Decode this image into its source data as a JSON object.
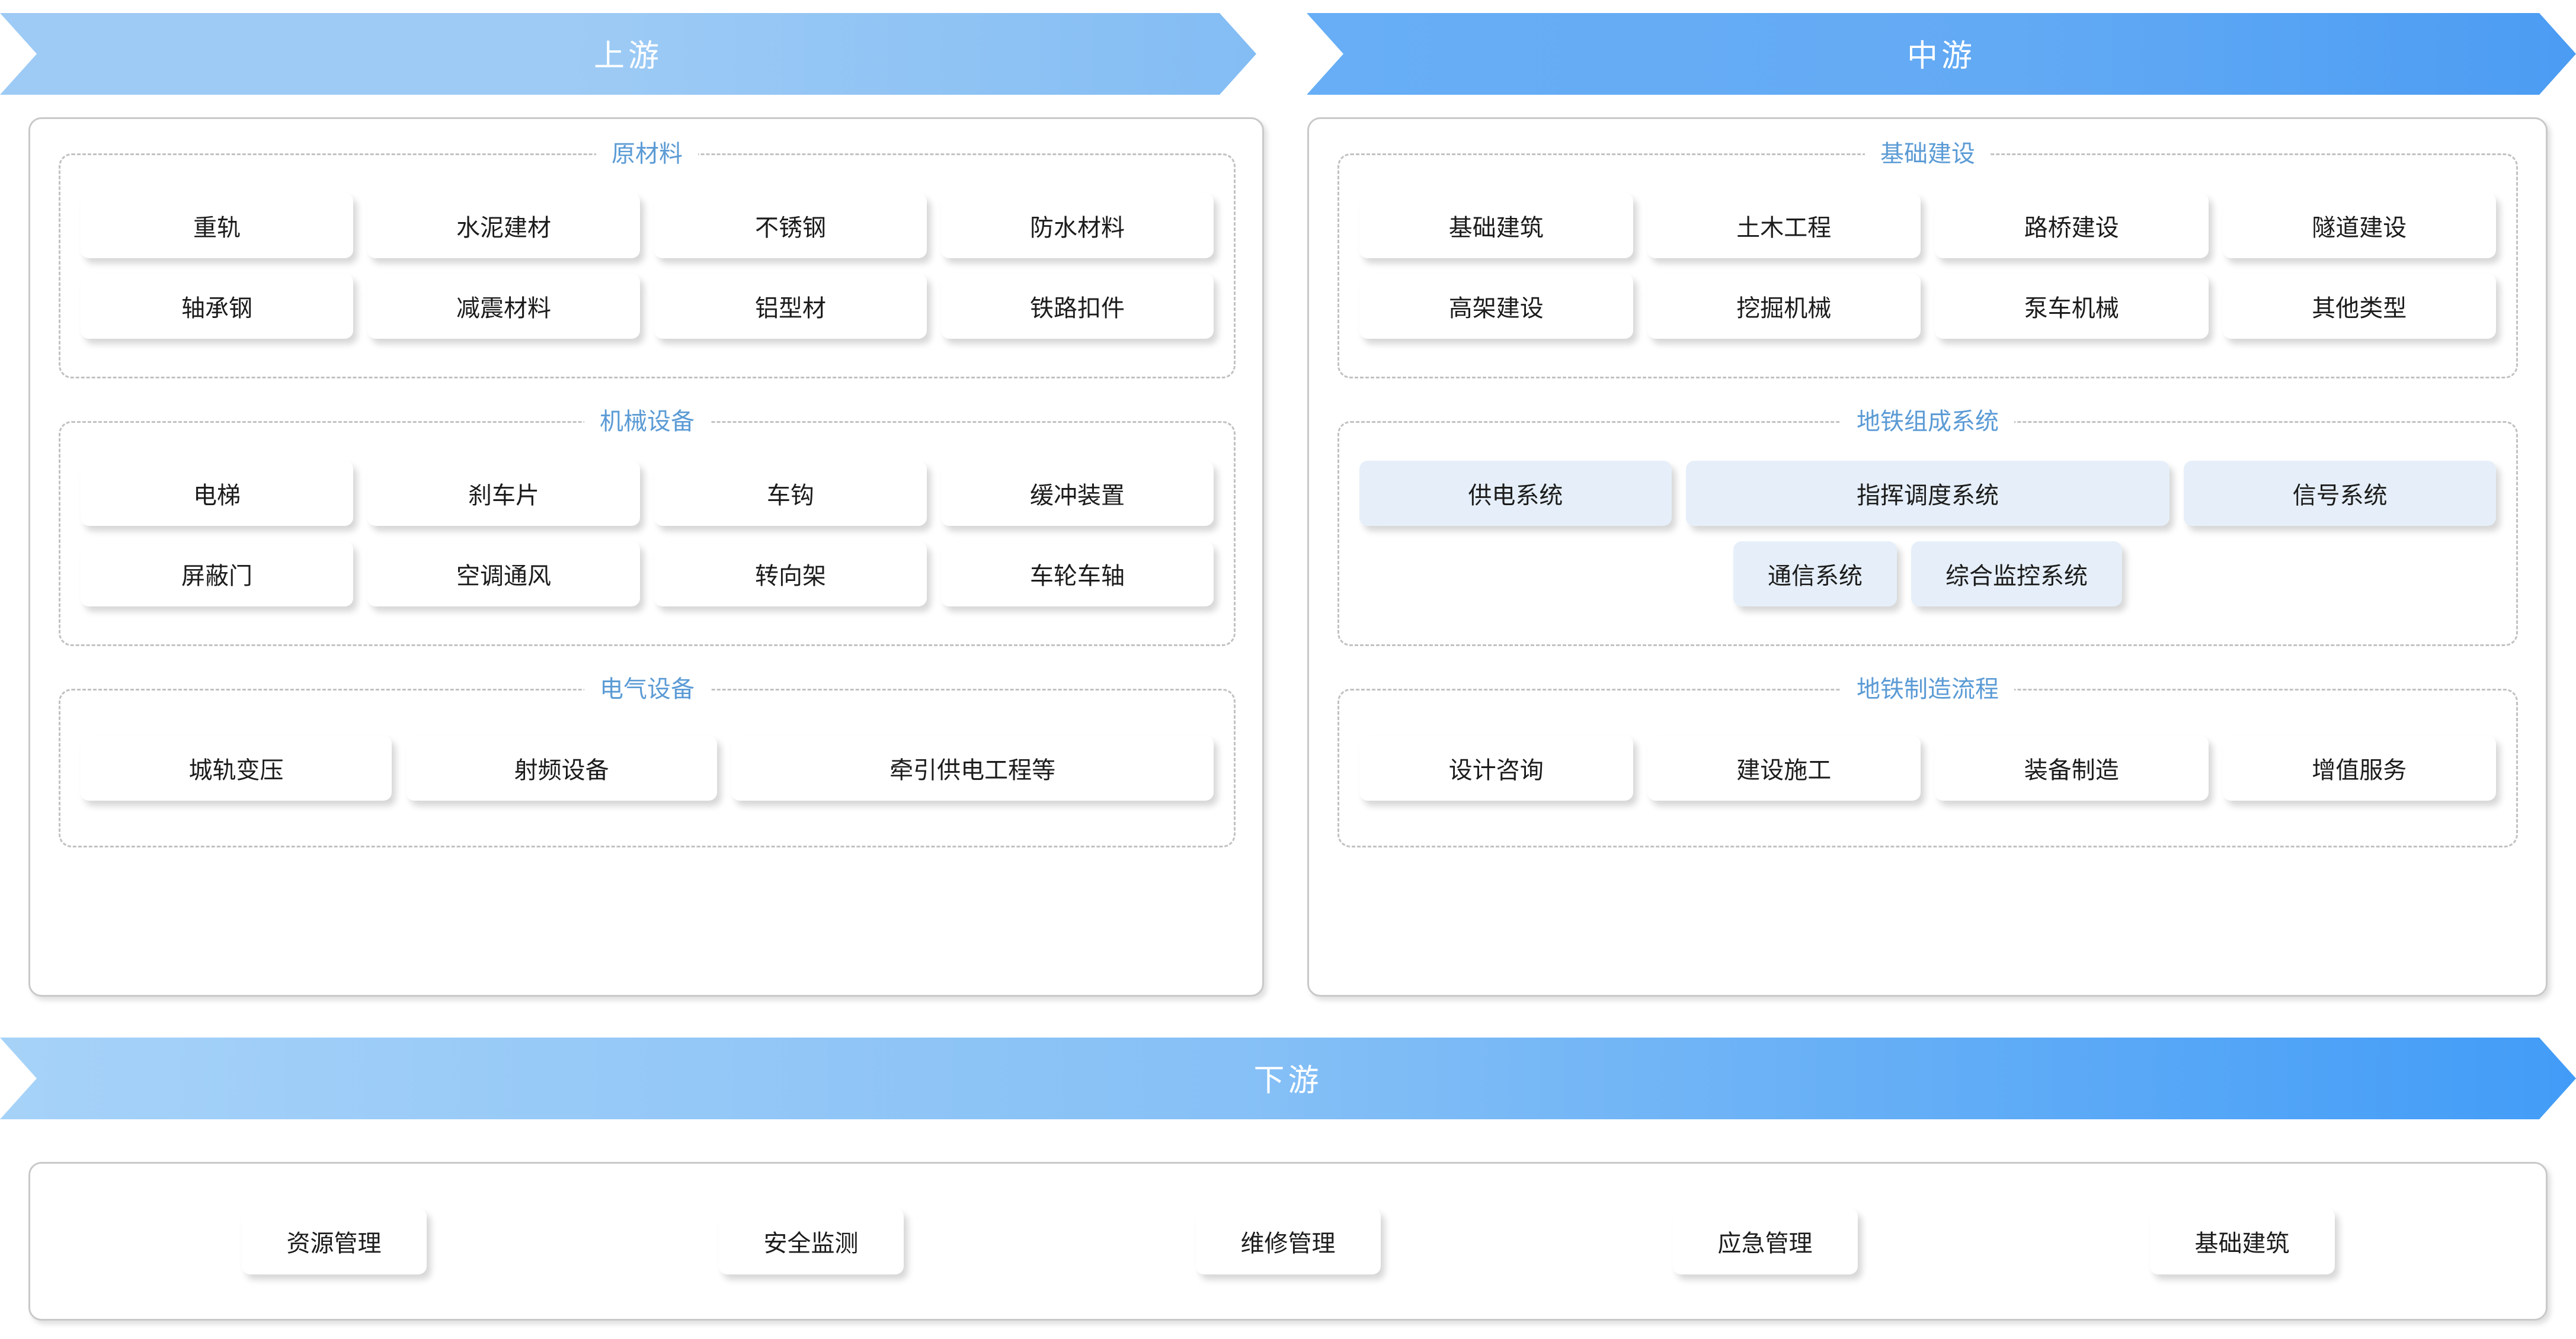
{
  "banners": {
    "upstream": "上游",
    "midstream": "中游",
    "downstream": "下游"
  },
  "colors": {
    "banner_upstream": "#9ecbf5",
    "banner_midstream": "#5aa6f5",
    "banner_downstream": "#6fb4f7",
    "legend_text": "#5b9bd5",
    "chip_white": "#ffffff",
    "chip_blue": "#e6eff9",
    "panel_border": "#c9c9c9",
    "group_border": "#c2c2c2"
  },
  "upstream": {
    "groups": [
      {
        "legend": "原材料",
        "rows": [
          [
            "重轨",
            "水泥建材",
            "不锈钢",
            "防水材料"
          ],
          [
            "轴承钢",
            "减震材料",
            "铝型材",
            "铁路扣件"
          ]
        ]
      },
      {
        "legend": "机械设备",
        "rows": [
          [
            "电梯",
            "刹车片",
            "车钩",
            "缓冲装置"
          ],
          [
            "屏蔽门",
            "空调通风",
            "转向架",
            "车轮车轴"
          ]
        ]
      },
      {
        "legend": "电气设备",
        "rows": [
          [
            "城轨变压",
            "射频设备",
            "牵引供电工程等"
          ]
        ]
      }
    ]
  },
  "midstream": {
    "groups": [
      {
        "legend": "基础建设",
        "rows": [
          [
            "基础建筑",
            "土木工程",
            "路桥建设",
            "隧道建设"
          ],
          [
            "高架建设",
            "挖掘机械",
            "泵车机械",
            "其他类型"
          ]
        ]
      },
      {
        "legend": "地铁组成系统",
        "rows": [
          [
            "供电系统",
            "指挥调度系统",
            "信号系统"
          ],
          [
            "通信系统",
            "综合监控系统"
          ]
        ]
      },
      {
        "legend": "地铁制造流程",
        "rows": [
          [
            "设计咨询",
            "建设施工",
            "装备制造",
            "增值服务"
          ]
        ]
      }
    ]
  },
  "downstream": {
    "items": [
      "资源管理",
      "安全监测",
      "维修管理",
      "应急管理",
      "基础建筑"
    ]
  }
}
